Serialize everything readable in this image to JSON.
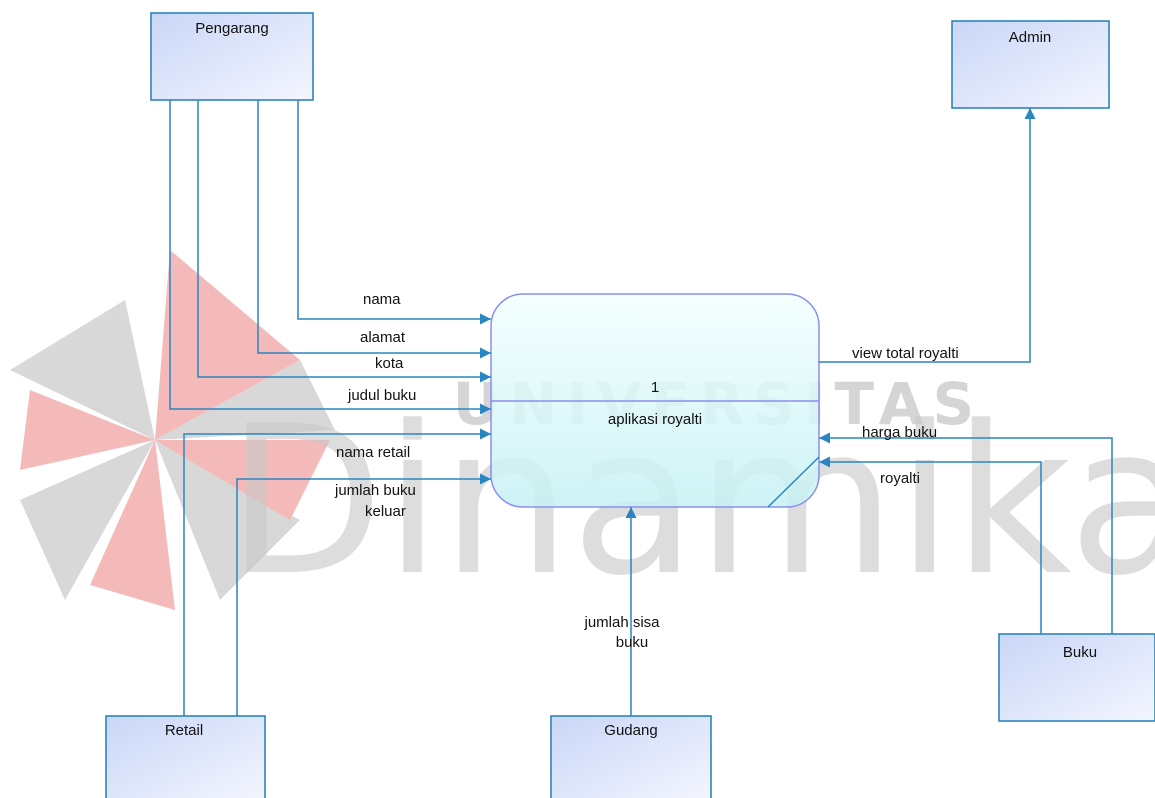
{
  "watermark": {
    "line1": "UNIVERSITAS",
    "line2": "Dinamika"
  },
  "process": {
    "number": "1",
    "name": "aplikasi royalti"
  },
  "entities": {
    "pengarang": "Pengarang",
    "admin": "Admin",
    "retail": "Retail",
    "gudang": "Gudang",
    "buku": "Buku"
  },
  "flows": {
    "nama": "nama",
    "alamat": "alamat",
    "kota": "kota",
    "judul_buku": "judul buku",
    "nama_retail": "nama retail",
    "jumlah_buku_keluar_1": "jumlah buku",
    "jumlah_buku_keluar_2": "keluar",
    "view_total_royalti": "view total royalti",
    "harga_buku": "harga buku",
    "royalti": "royalti",
    "jumlah_sisa_buku_1": "jumlah sisa",
    "jumlah_sisa_buku_2": "buku"
  },
  "colors": {
    "line": "#2a86c0",
    "entity_border": "#1f7fb6",
    "process_border": "#8a8ef0",
    "watermark_red": "#f29a9a",
    "watermark_gray": "#c4c4c4"
  }
}
